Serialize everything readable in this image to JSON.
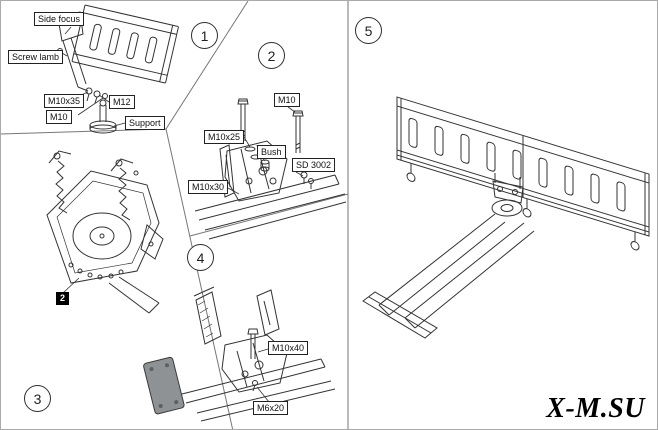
{
  "panels": {
    "p1": {
      "number": "1"
    },
    "p2": {
      "number": "2"
    },
    "p3": {
      "number": "3"
    },
    "p4": {
      "number": "4"
    },
    "p5": {
      "number": "5"
    }
  },
  "labels": {
    "side_focus": "Side focus",
    "screw_lamb": "Screw lamb",
    "m10x35": "M10x35",
    "m12": "M12",
    "m10_p1": "M10",
    "support": "Support",
    "m10_p2": "M10",
    "m10x25": "M10x25",
    "bush": "Bush",
    "sd3002": "SD 3002",
    "m10x30": "M10x30",
    "m10x40": "M10x40",
    "m6x20": "M6x20",
    "part2_badge": "2"
  },
  "watermark": "X-M.SU",
  "colors": {
    "line": "#333333",
    "divider": "#777777",
    "plate": "#8e9294"
  }
}
